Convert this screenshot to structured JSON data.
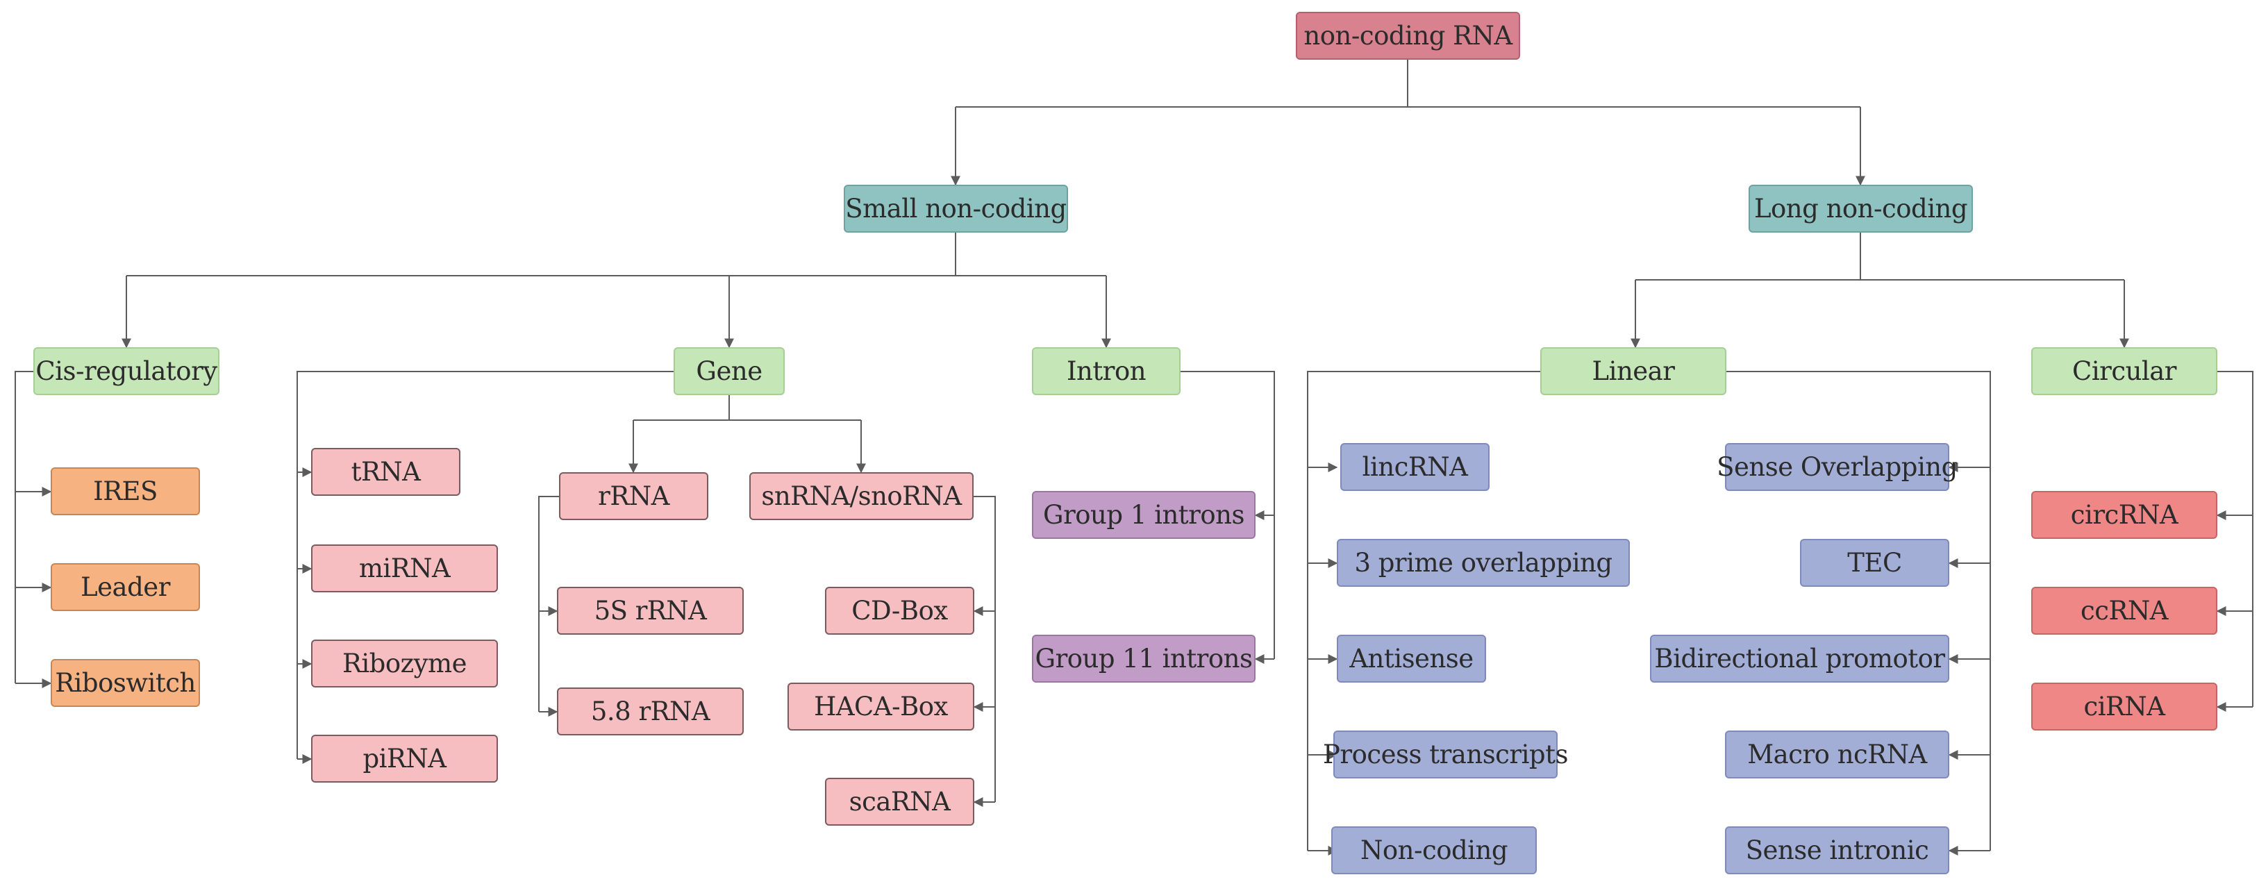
{
  "colors": {
    "root": "#d8828f",
    "root_border": "#b4606e",
    "category": "#8fc3c1",
    "category_border": "#6fa3a1",
    "sub": "#c5e6b6",
    "sub_border": "#a6cf95",
    "cis": "#f7b282",
    "cis_border": "#c98652",
    "gene": "#f7bec2",
    "gene_border": "#7a5b5e",
    "intron": "#c19cc6",
    "intron_border": "#9b76a0",
    "linear": "#a3aed7",
    "linear_border": "#7f8abb",
    "circular": "#f08787",
    "circular_border": "#c86464",
    "line": "#5c5c5c"
  },
  "nodes": {
    "root": "non-coding RNA",
    "small": "Small non-coding",
    "long": "Long non-coding",
    "cis_regulatory": "Cis-regulatory",
    "gene": "Gene",
    "intron": "Intron",
    "linear": "Linear",
    "circular": "Circular",
    "ires": "IRES",
    "leader": "Leader",
    "riboswitch": "Riboswitch",
    "trna": "tRNA",
    "mirna": "miRNA",
    "ribozyme": "Ribozyme",
    "pirna": "piRNA",
    "rrna": "rRNA",
    "snrna_snorna": "snRNA/snoRNA",
    "rrna_5s": "5S rRNA",
    "rrna_58": "5.8 rRNA",
    "cd_box": "CD-Box",
    "haca_box": "HACA-Box",
    "scarna": "scaRNA",
    "group1_introns": "Group 1 introns",
    "group11_introns": "Group 11 introns",
    "lincrna": "lincRNA",
    "three_prime_overlapping": "3 prime overlapping",
    "antisense": "Antisense",
    "process_transcripts": "Process transcripts",
    "non_coding": "Non-coding",
    "sense_overlapping": "Sense Overlapping",
    "tec": "TEC",
    "bidirectional_promotor": "Bidirectional promotor",
    "macro_ncrna": "Macro ncRNA",
    "sense_intronic": "Sense intronic",
    "circrna": "circRNA",
    "ccrna": "ccRNA",
    "cirna": "ciRNA"
  }
}
